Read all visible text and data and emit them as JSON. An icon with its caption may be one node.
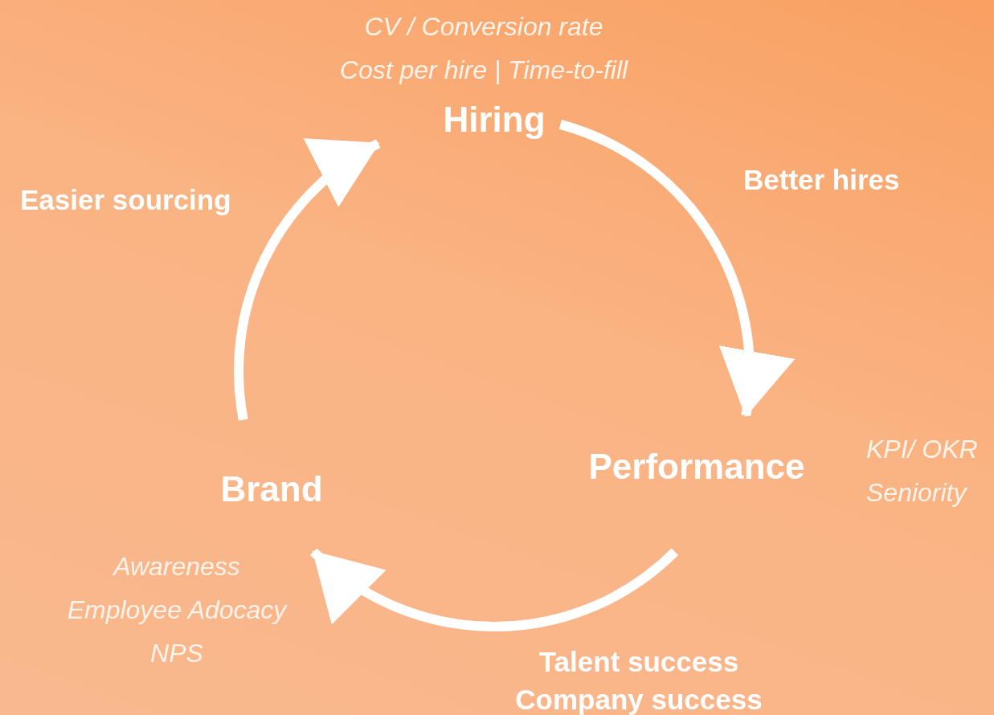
{
  "diagram": {
    "nodes": [
      {
        "text": [
          "Hiring"
        ],
        "beside": [
          "CV / Conversion rate",
          "Cost per hire | Time-to-fill"
        ]
      },
      {
        "text": [
          "Performance"
        ],
        "beside": [
          "KPI/ OKR",
          "Seniority"
        ]
      },
      {
        "text": [
          "Brand"
        ],
        "beside": [
          "Awareness",
          "Employee Adocacy",
          "NPS"
        ]
      }
    ],
    "edges": [
      {
        "from": 0,
        "to": 1,
        "arrow": "to",
        "label": "Better hires"
      },
      {
        "from": 1,
        "to": 2,
        "arrow": "to",
        "label": "Talent success Company success"
      },
      {
        "from": 2,
        "to": 0,
        "arrow": "to",
        "label": "Easier sourcing"
      }
    ]
  }
}
